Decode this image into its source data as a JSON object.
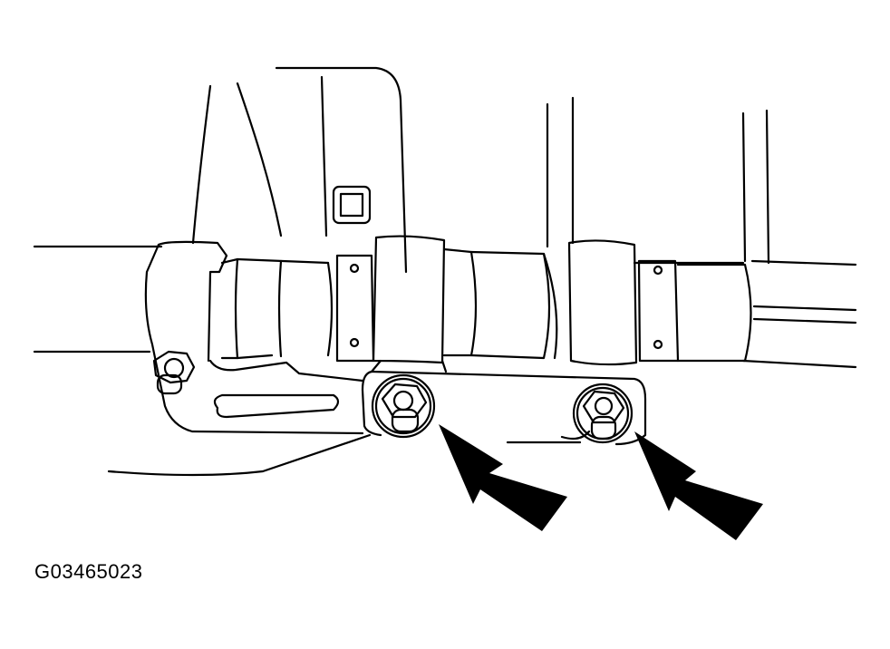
{
  "figure": {
    "code": "G03465023"
  },
  "colors": {
    "line": "#000000",
    "background": "#ffffff",
    "arrow_fill": "#000000"
  },
  "callouts": [
    {
      "target": "left-bracket-bolt",
      "icon": "arrow-icon"
    },
    {
      "target": "right-bracket-bolt",
      "icon": "arrow-icon"
    }
  ]
}
